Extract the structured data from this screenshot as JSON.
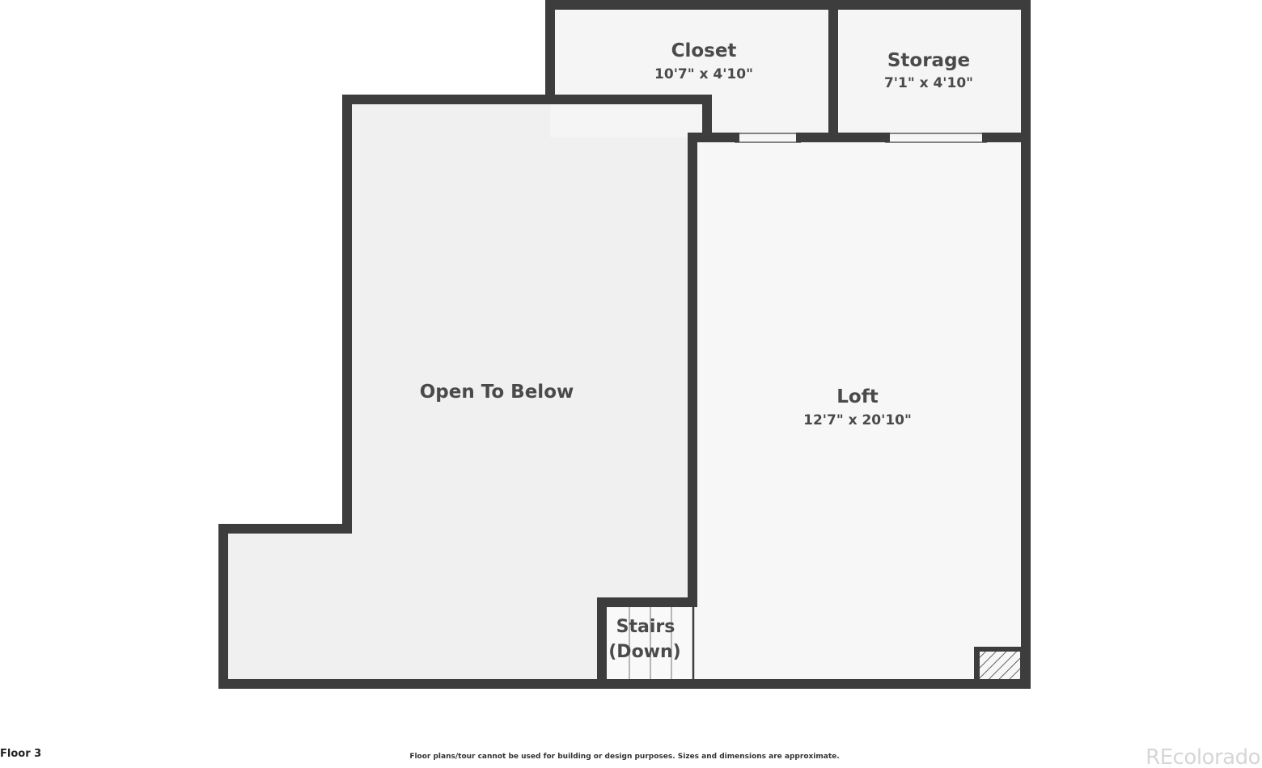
{
  "floor_label": "Floor 3",
  "disclaimer": "Floor plans/tour cannot be used for building or design purposes. Sizes and dimensions are approximate.",
  "watermark": "REcolorado",
  "colors": {
    "wall": "#3d3d3d",
    "room_fill": "#f2f2f2",
    "text": "#4a4a4a",
    "watermark": "#d6d6d6"
  },
  "rooms": {
    "closet": {
      "name": "Closet",
      "dimensions": "10'7\" x 4'10\""
    },
    "storage": {
      "name": "Storage",
      "dimensions": "7'1\" x 4'10\""
    },
    "open_to_below": {
      "name": "Open To Below"
    },
    "loft": {
      "name": "Loft",
      "dimensions": "12'7\" x 20'10\""
    },
    "stairs": {
      "name_line1": "Stairs",
      "name_line2": "(Down)"
    }
  }
}
